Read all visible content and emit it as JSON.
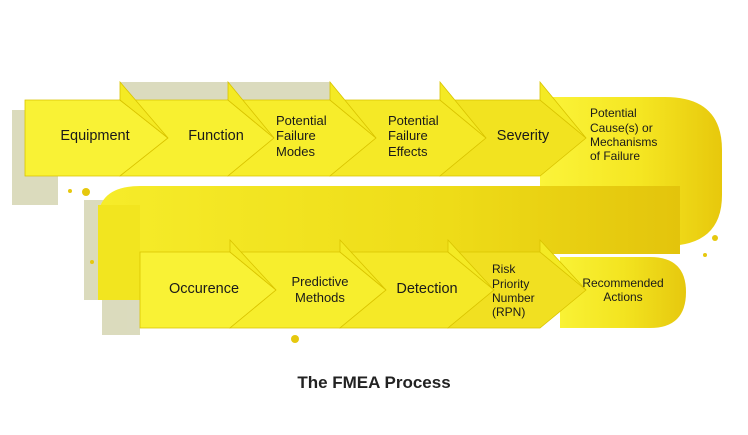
{
  "diagram": {
    "top_row": [
      "Equipment",
      "Function",
      "Potential\nFailure\nModes",
      "Potential\nFailure\nEffects",
      "Severity",
      "Potential\nCause(s) or\nMechanisms\nof Failure"
    ],
    "bottom_row": [
      "Occurence",
      "Predictive\nMethods",
      "Detection",
      "Risk\nPriority\nNumber\n(RPN)",
      "Recommended\nActions"
    ],
    "caption": "The FMEA Process",
    "colors": {
      "fill_light": "#f7f02c",
      "fill_dark": "#e9cf0e",
      "shadow": "#c9c9a0",
      "text": "#1a1a1a"
    }
  }
}
